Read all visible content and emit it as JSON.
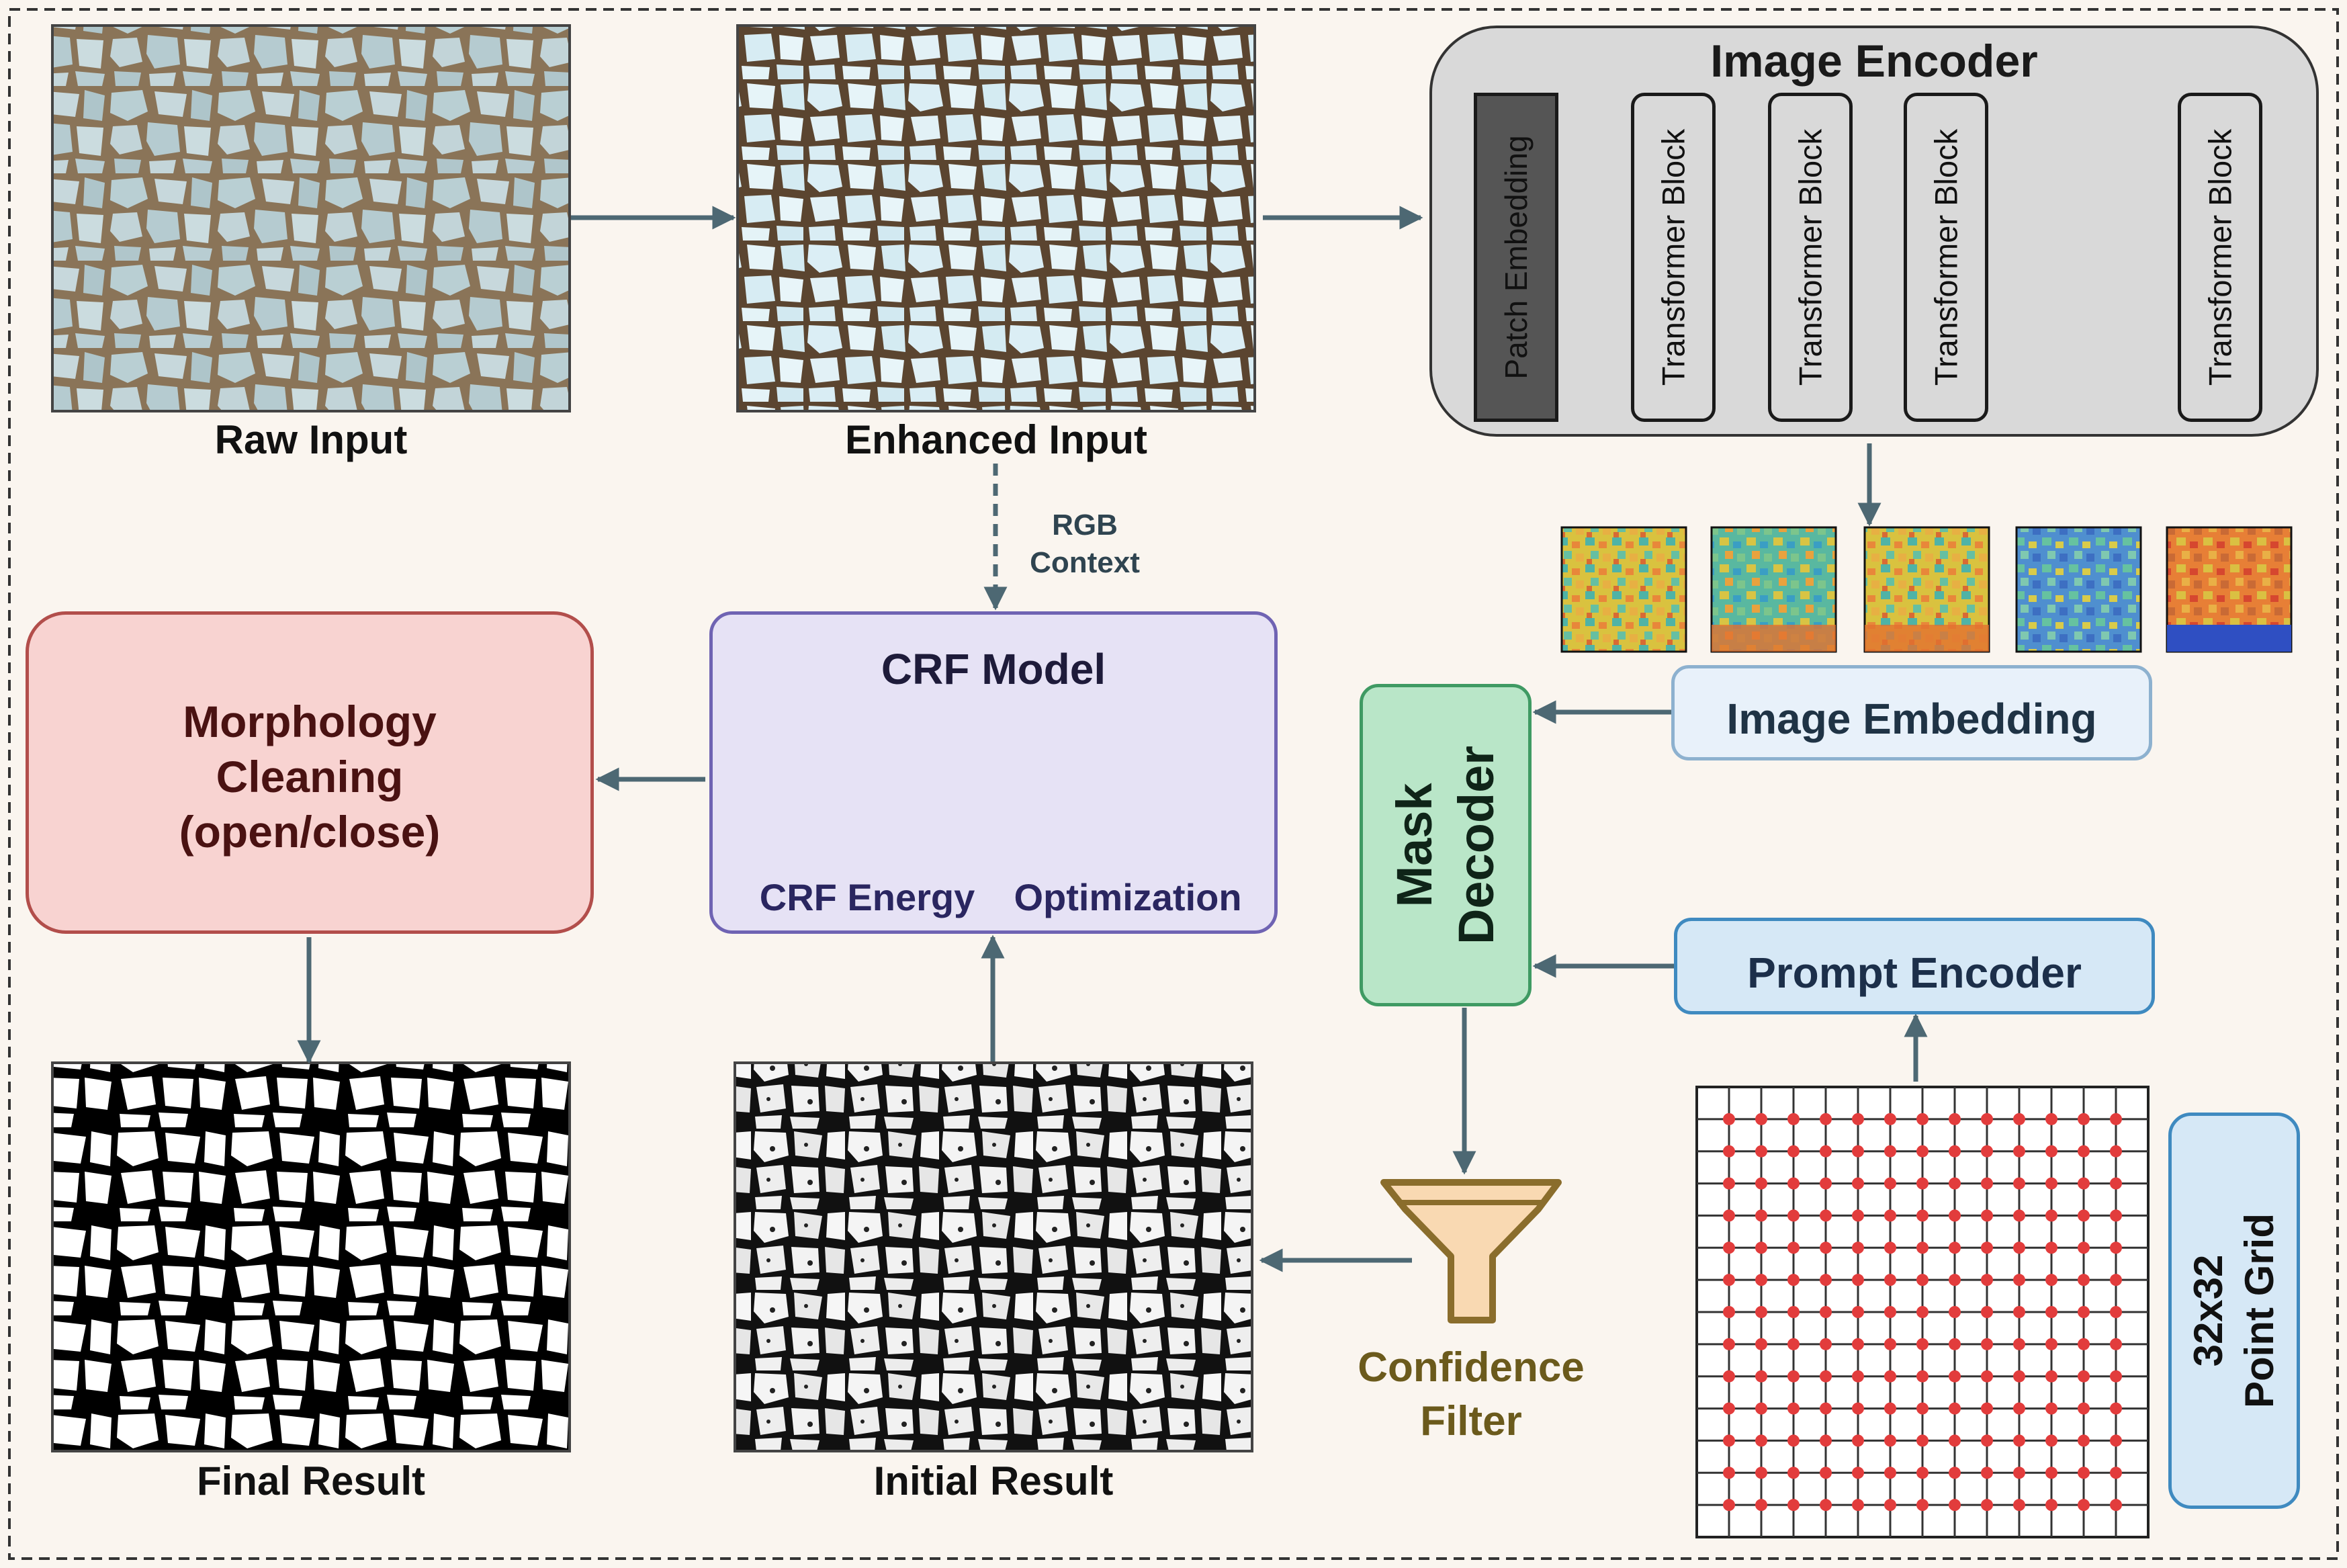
{
  "captions": {
    "raw_input": "Raw Input",
    "enhanced_input": "Enhanced Input",
    "final_result": "Final Result",
    "initial_result": "Initial Result"
  },
  "rgb_context": {
    "line1": "RGB",
    "line2": "Context"
  },
  "image_encoder": {
    "title": "Image Encoder",
    "blocks": [
      "Patch Embedding",
      "Transformer Block",
      "Transformer Block",
      "Transformer Block",
      "Transformer Block"
    ]
  },
  "image_embedding": "Image Embedding",
  "prompt_encoder": "Prompt Encoder",
  "mask_decoder": {
    "line1": "Mask",
    "line2": "Decoder"
  },
  "crf_model": {
    "title": "CRF Model",
    "energy": "CRF Energy",
    "optimization": "Optimization"
  },
  "morphology": {
    "line1": "Morphology",
    "line2": "Cleaning",
    "line3": "(open/close)"
  },
  "confidence_filter": {
    "line1": "Confidence",
    "line2": "Filter"
  },
  "point_grid": {
    "line1": "32x32",
    "line2": "Point Grid"
  },
  "colors": {
    "background": "#faf5ef",
    "arrow": "#4d6873",
    "encoder_fill": "#d9d9d9",
    "embedding_fill": "#e8f1fa",
    "prompt_fill": "#d6e8f6",
    "decoder_fill": "#b9e6c8",
    "crf_fill": "#e6e2f5",
    "morph_fill": "#f8d3d1",
    "filter_fill": "#f9d9b2",
    "grid_point": "#e23c3c"
  }
}
